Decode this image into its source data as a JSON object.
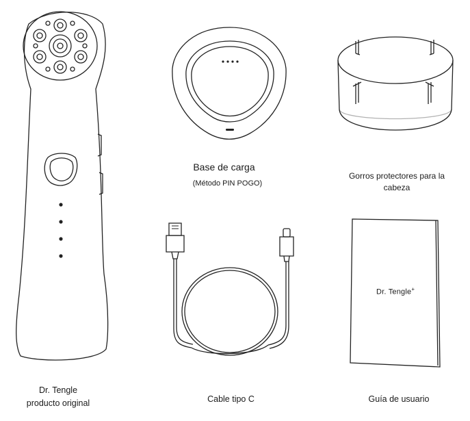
{
  "items": {
    "device": {
      "icon": "beauty-device-icon",
      "caption_line1": "Dr. Tengle",
      "caption_line2": "producto original"
    },
    "charging_base": {
      "icon": "charging-base-icon",
      "title": "Base de carga",
      "subtitle": "(Método PIN POGO)"
    },
    "protective_caps": {
      "icon": "protective-caps-icon",
      "caption_line1": "Gorros protectores para la",
      "caption_line2": "cabeza"
    },
    "cable": {
      "icon": "usb-c-cable-icon",
      "caption": "Cable tipo C"
    },
    "manual": {
      "icon": "user-guide-booklet-icon",
      "brand": "Dr. Tengle",
      "brand_mark": "+",
      "caption": "Guía de usuario"
    }
  },
  "colors": {
    "line": "#222222",
    "background": "#ffffff"
  }
}
